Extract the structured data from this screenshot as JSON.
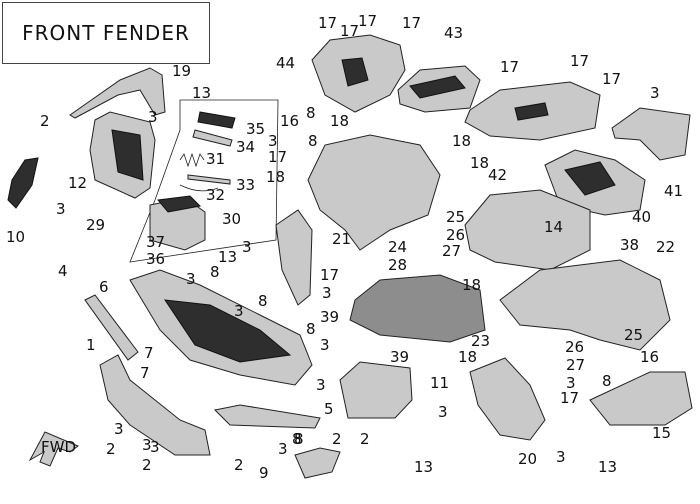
{
  "title": "FRONT FENDER",
  "direction_marker": "FWD",
  "callouts": [
    {
      "label": "17"
    },
    {
      "label": "17"
    },
    {
      "label": "17"
    },
    {
      "label": "43"
    },
    {
      "label": "44"
    },
    {
      "label": "17"
    },
    {
      "label": "17"
    },
    {
      "label": "17"
    },
    {
      "label": "17"
    },
    {
      "label": "3"
    },
    {
      "label": "19"
    },
    {
      "label": "13"
    },
    {
      "label": "2"
    },
    {
      "label": "3"
    },
    {
      "label": "35"
    },
    {
      "label": "34"
    },
    {
      "label": "16"
    },
    {
      "label": "18"
    },
    {
      "label": "3"
    },
    {
      "label": "8"
    },
    {
      "label": "17"
    },
    {
      "label": "18"
    },
    {
      "label": "18"
    },
    {
      "label": "8"
    },
    {
      "label": "31"
    },
    {
      "label": "33"
    },
    {
      "label": "32"
    },
    {
      "label": "12"
    },
    {
      "label": "3"
    },
    {
      "label": "10"
    },
    {
      "label": "29"
    },
    {
      "label": "30"
    },
    {
      "label": "37"
    },
    {
      "label": "36"
    },
    {
      "label": "18"
    },
    {
      "label": "42"
    },
    {
      "label": "41"
    },
    {
      "label": "40"
    },
    {
      "label": "25"
    },
    {
      "label": "26"
    },
    {
      "label": "24"
    },
    {
      "label": "27"
    },
    {
      "label": "14"
    },
    {
      "label": "38"
    },
    {
      "label": "21"
    },
    {
      "label": "22"
    },
    {
      "label": "4"
    },
    {
      "label": "6"
    },
    {
      "label": "3"
    },
    {
      "label": "13"
    },
    {
      "label": "3"
    },
    {
      "label": "8"
    },
    {
      "label": "3"
    },
    {
      "label": "17"
    },
    {
      "label": "28"
    },
    {
      "label": "3"
    },
    {
      "label": "18"
    },
    {
      "label": "8"
    },
    {
      "label": "39"
    },
    {
      "label": "3"
    },
    {
      "label": "8"
    },
    {
      "label": "23"
    },
    {
      "label": "25"
    },
    {
      "label": "1"
    },
    {
      "label": "7"
    },
    {
      "label": "7"
    },
    {
      "label": "39"
    },
    {
      "label": "3"
    },
    {
      "label": "18"
    },
    {
      "label": "26"
    },
    {
      "label": "27"
    },
    {
      "label": "16"
    },
    {
      "label": "11"
    },
    {
      "label": "3"
    },
    {
      "label": "8"
    },
    {
      "label": "2"
    },
    {
      "label": "5"
    },
    {
      "label": "3"
    },
    {
      "label": "17"
    },
    {
      "label": "3"
    },
    {
      "label": "3"
    },
    {
      "label": "2"
    },
    {
      "label": "3"
    },
    {
      "label": "2"
    },
    {
      "label": "8"
    },
    {
      "label": "2"
    },
    {
      "label": "2"
    },
    {
      "label": "15"
    },
    {
      "label": "3"
    },
    {
      "label": "8"
    },
    {
      "label": "20"
    },
    {
      "label": "3"
    },
    {
      "label": "13"
    },
    {
      "label": "13"
    },
    {
      "label": "9"
    }
  ]
}
